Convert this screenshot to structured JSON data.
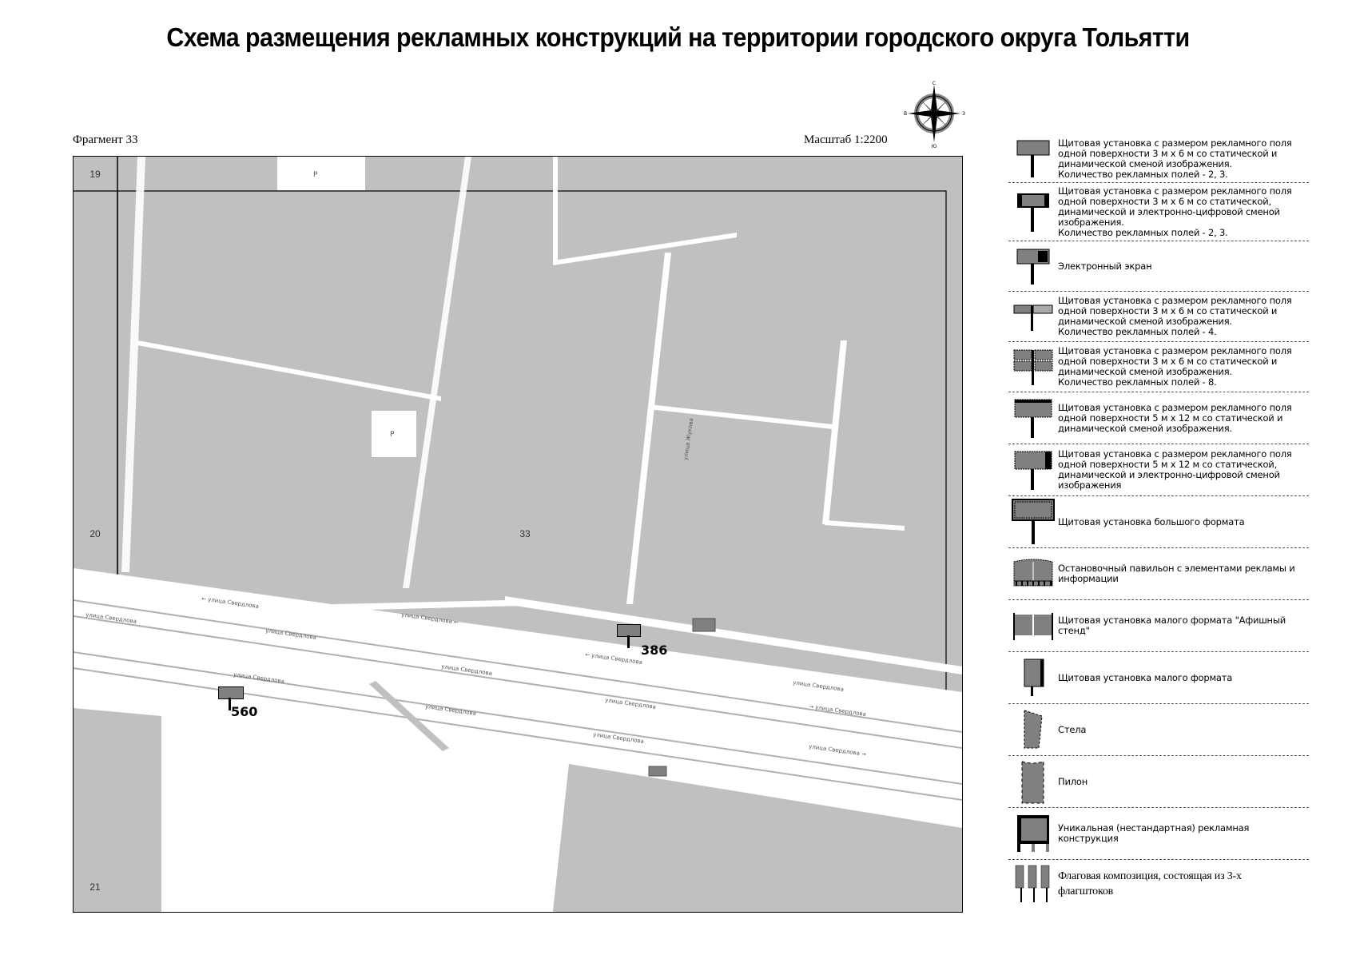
{
  "header": {
    "title": "Схема размещения рекламных конструкций на территории городского округа Тольятти",
    "fragment_label": "Фрагмент 33",
    "scale_label": "Масштаб 1:2200"
  },
  "compass": {
    "icon": "compass-rose-icon",
    "north": "С",
    "south": "Ю",
    "west": "В",
    "east": "З"
  },
  "map": {
    "grid_numbers": [
      {
        "label": "19",
        "position": "top-left"
      },
      {
        "label": "20",
        "position": "middle-left"
      },
      {
        "label": "33",
        "position": "center"
      },
      {
        "label": "21",
        "position": "bottom-left"
      }
    ],
    "parking_labels": [
      "P",
      "P"
    ],
    "street_labels": [
      "← улица Свердлова",
      "улица Свердлова",
      "улица Свердлова",
      "улица Свердлова ←",
      "улица Свердлова",
      "← улица Свердлова",
      "улица Свердлова",
      "улица Свердлова",
      "улица Свердлова",
      "улица Свердлова",
      "→ улица Свердлова",
      "улица Свердлова",
      "улица Свердлова →"
    ],
    "side_street_label": "улица Жукова",
    "markers": [
      {
        "id": "386",
        "type": "billboard-3x6"
      },
      {
        "id": "560",
        "type": "billboard-3x6"
      }
    ]
  },
  "legend": {
    "items": [
      {
        "icon": "billboard-3x6-static-icon",
        "lines": [
          "Щитовая установка с размером рекламного поля",
          "одной поверхности 3 м х 6 м со статической и",
          "динамической сменой изображения.",
          "Количество рекламных полей - 2, 3."
        ]
      },
      {
        "icon": "billboard-3x6-digital-icon",
        "lines": [
          "Щитовая установка с размером рекламного поля",
          "одной поверхности 3 м х 6 м со статической,",
          "динамической и электронно-цифровой сменой",
          "изображения.",
          "Количество рекламных полей - 2, 3."
        ]
      },
      {
        "icon": "electronic-screen-icon",
        "lines": [
          "Электронный экран"
        ]
      },
      {
        "icon": "billboard-3x6-4-fields-icon",
        "lines": [
          "Щитовая установка с размером рекламного поля",
          "одной поверхности 3 м х 6 м со статической и",
          "динамической сменой изображения.",
          "Количество рекламных полей - 4."
        ]
      },
      {
        "icon": "billboard-3x6-8-fields-icon",
        "lines": [
          "Щитовая установка с размером рекламного поля",
          "одной поверхности 3 м х 6 м со статической и",
          "динамической сменой изображения.",
          "Количество рекламных полей - 8."
        ]
      },
      {
        "icon": "billboard-5x12-static-icon",
        "lines": [
          "Щитовая установка с размером рекламного поля",
          "одной поверхности 5 м х 12 м со статической и",
          "динамической сменой изображения."
        ]
      },
      {
        "icon": "billboard-5x12-digital-icon",
        "lines": [
          "Щитовая установка с размером рекламного поля",
          "одной поверхности 5 м х 12 м со статической,",
          "динамической и электронно-цифровой сменой",
          "изображения"
        ]
      },
      {
        "icon": "large-format-billboard-icon",
        "lines": [
          "Щитовая установка большого формата"
        ]
      },
      {
        "icon": "bus-stop-pavilion-icon",
        "lines": [
          "Остановочный павильон с элементами рекламы и",
          "информации"
        ]
      },
      {
        "icon": "poster-stand-icon",
        "lines": [
          "Щитовая установка малого формата \"Афишный",
          "стенд\""
        ]
      },
      {
        "icon": "small-format-billboard-icon",
        "lines": [
          "Щитовая установка малого формата"
        ]
      },
      {
        "icon": "stele-icon",
        "lines": [
          "Стела"
        ]
      },
      {
        "icon": "pylon-icon",
        "lines": [
          "Пилон"
        ]
      },
      {
        "icon": "unique-structure-icon",
        "lines": [
          "Уникальная (нестандартная) рекламная",
          "конструкция"
        ]
      },
      {
        "icon": "flag-composition-icon",
        "lines": [
          "Флаговая композиция, состоящая из 3-х",
          "флагштоков"
        ]
      }
    ]
  },
  "colors": {
    "map_fill": "#c0c0c0",
    "road": "#ffffff",
    "icon_fill": "#808080",
    "border": "#000000"
  }
}
